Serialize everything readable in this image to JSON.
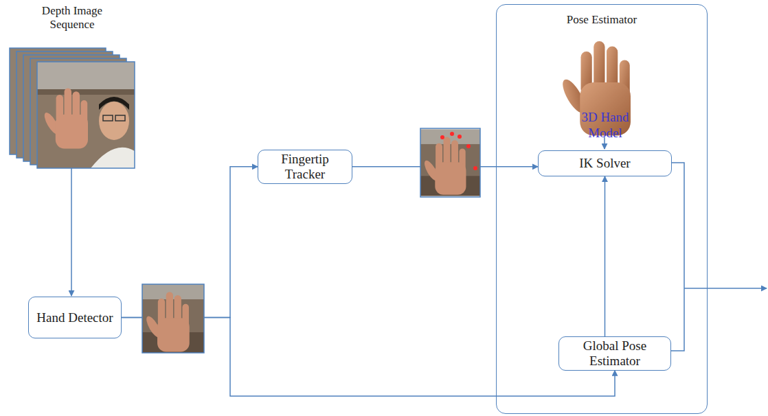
{
  "diagram": {
    "nodes": [
      {
        "text": [
          "Pose Estimator"
        ]
      },
      {
        "text": [
          "Fingertip Tracker"
        ]
      },
      {
        "text": [
          "IK Solver"
        ],
        "in": 0
      },
      {
        "text": [
          "Hand Detector"
        ]
      },
      {
        "text": [
          "Global Pose Estimator"
        ],
        "in": 0
      }
    ],
    "edges": [
      {
        "from": 3,
        "to": 1,
        "arrow": "to"
      },
      {
        "from": 3,
        "to": 4,
        "arrow": "to"
      },
      {
        "from": 1,
        "to": 2,
        "arrow": "to"
      },
      {
        "from": 4,
        "to": 2,
        "arrow": "to"
      }
    ],
    "labels": [
      "Depth Image Sequence",
      "3D Hand Model"
    ]
  }
}
